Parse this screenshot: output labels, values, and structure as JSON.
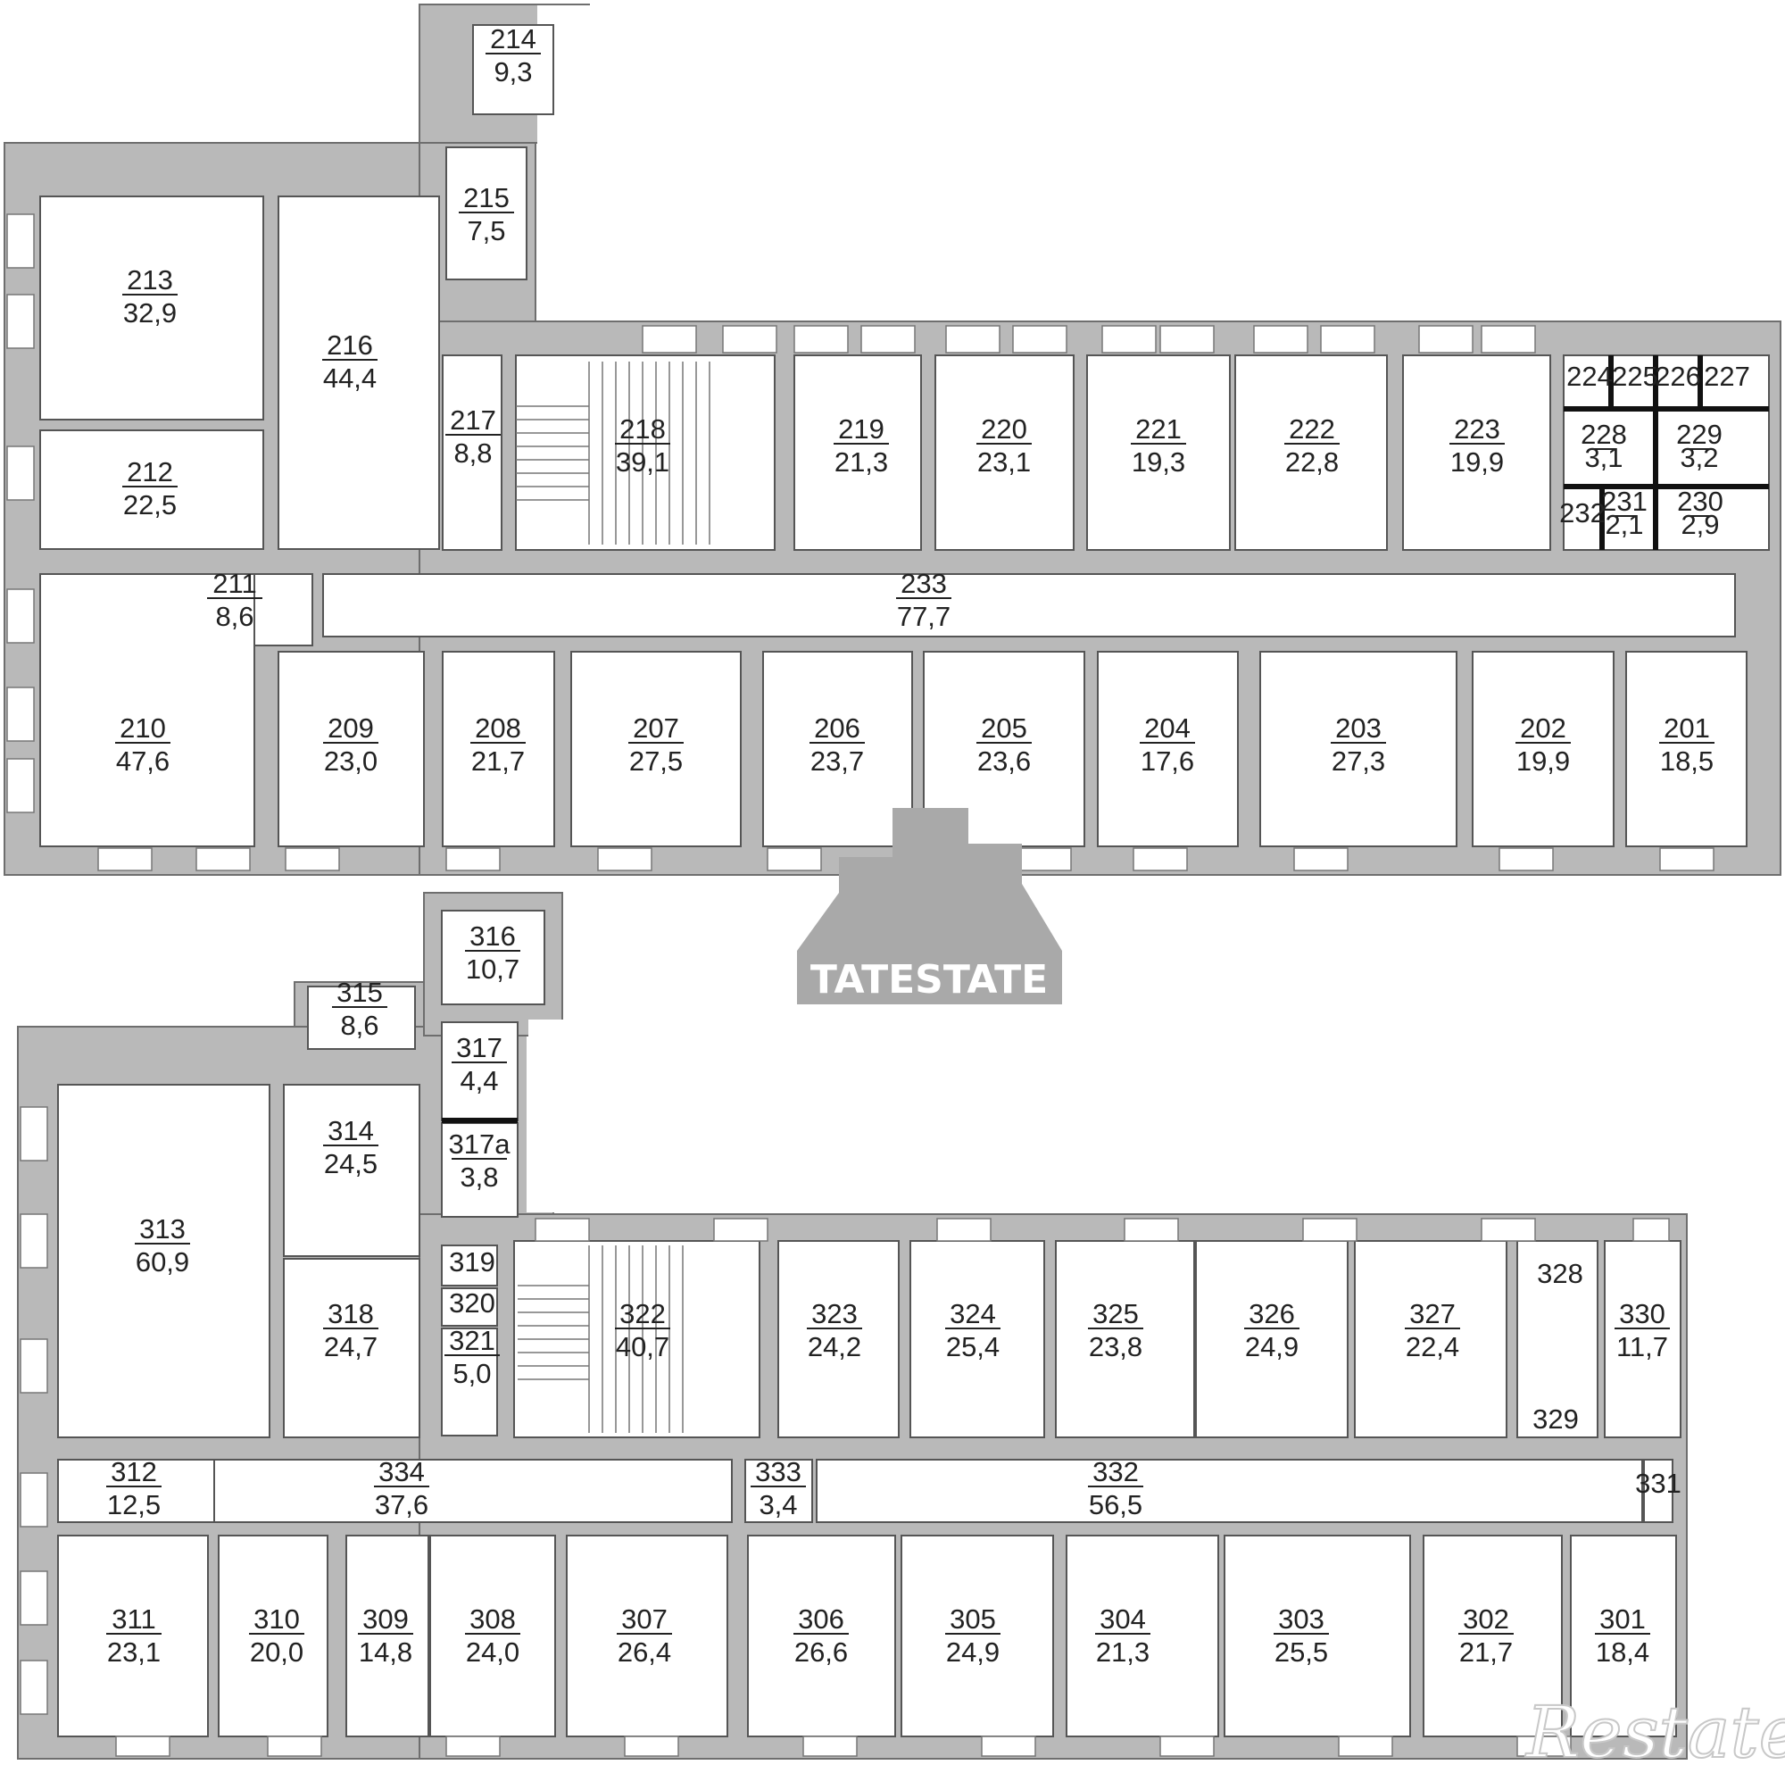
{
  "logo": {
    "text": "TATESTATE",
    "mark": "buildings-icon"
  },
  "watermark": {
    "text": "Restate"
  },
  "floor2": {
    "rooms": [
      {
        "num": "214",
        "area": "9,3"
      },
      {
        "num": "215",
        "area": "7,5"
      },
      {
        "num": "213",
        "area": "32,9"
      },
      {
        "num": "216",
        "area": "44,4"
      },
      {
        "num": "212",
        "area": "22,5"
      },
      {
        "num": "217",
        "area": "8,8"
      },
      {
        "num": "218",
        "area": "39,1"
      },
      {
        "num": "219",
        "area": "21,3"
      },
      {
        "num": "220",
        "area": "23,1"
      },
      {
        "num": "221",
        "area": "19,3"
      },
      {
        "num": "222",
        "area": "22,8"
      },
      {
        "num": "223",
        "area": "19,9"
      },
      {
        "num": "224",
        "area": ""
      },
      {
        "num": "225",
        "area": ""
      },
      {
        "num": "226",
        "area": ""
      },
      {
        "num": "227",
        "area": ""
      },
      {
        "num": "228",
        "area": "3,1"
      },
      {
        "num": "229",
        "area": "3,2"
      },
      {
        "num": "232",
        "area": ""
      },
      {
        "num": "231",
        "area": "2,1"
      },
      {
        "num": "230",
        "area": "2,9"
      },
      {
        "num": "211",
        "area": "8,6"
      },
      {
        "num": "233",
        "area": "77,7"
      },
      {
        "num": "210",
        "area": "47,6"
      },
      {
        "num": "209",
        "area": "23,0"
      },
      {
        "num": "208",
        "area": "21,7"
      },
      {
        "num": "207",
        "area": "27,5"
      },
      {
        "num": "206",
        "area": "23,7"
      },
      {
        "num": "205",
        "area": "23,6"
      },
      {
        "num": "204",
        "area": "17,6"
      },
      {
        "num": "203",
        "area": "27,3"
      },
      {
        "num": "202",
        "area": "19,9"
      },
      {
        "num": "201",
        "area": "18,5"
      }
    ]
  },
  "floor3": {
    "rooms": [
      {
        "num": "316",
        "area": "10,7"
      },
      {
        "num": "315",
        "area": "8,6"
      },
      {
        "num": "317",
        "area": "4,4"
      },
      {
        "num": "317a",
        "area": "3,8"
      },
      {
        "num": "313",
        "area": "60,9"
      },
      {
        "num": "314",
        "area": "24,5"
      },
      {
        "num": "318",
        "area": "24,7"
      },
      {
        "num": "319",
        "area": ""
      },
      {
        "num": "320",
        "area": ""
      },
      {
        "num": "321",
        "area": "5,0"
      },
      {
        "num": "322",
        "area": "40,7"
      },
      {
        "num": "323",
        "area": "24,2"
      },
      {
        "num": "324",
        "area": "25,4"
      },
      {
        "num": "325",
        "area": "23,8"
      },
      {
        "num": "326",
        "area": "24,9"
      },
      {
        "num": "327",
        "area": "22,4"
      },
      {
        "num": "328",
        "area": ""
      },
      {
        "num": "329",
        "area": ""
      },
      {
        "num": "330",
        "area": "11,7"
      },
      {
        "num": "312",
        "area": "12,5"
      },
      {
        "num": "334",
        "area": "37,6"
      },
      {
        "num": "333",
        "area": "3,4"
      },
      {
        "num": "332",
        "area": "56,5"
      },
      {
        "num": "331",
        "area": ""
      },
      {
        "num": "311",
        "area": "23,1"
      },
      {
        "num": "310",
        "area": "20,0"
      },
      {
        "num": "309",
        "area": "14,8"
      },
      {
        "num": "308",
        "area": "24,0"
      },
      {
        "num": "307",
        "area": "26,4"
      },
      {
        "num": "306",
        "area": "26,6"
      },
      {
        "num": "305",
        "area": "24,9"
      },
      {
        "num": "304",
        "area": "21,3"
      },
      {
        "num": "303",
        "area": "25,5"
      },
      {
        "num": "302",
        "area": "21,7"
      },
      {
        "num": "301",
        "area": "18,4"
      }
    ]
  }
}
